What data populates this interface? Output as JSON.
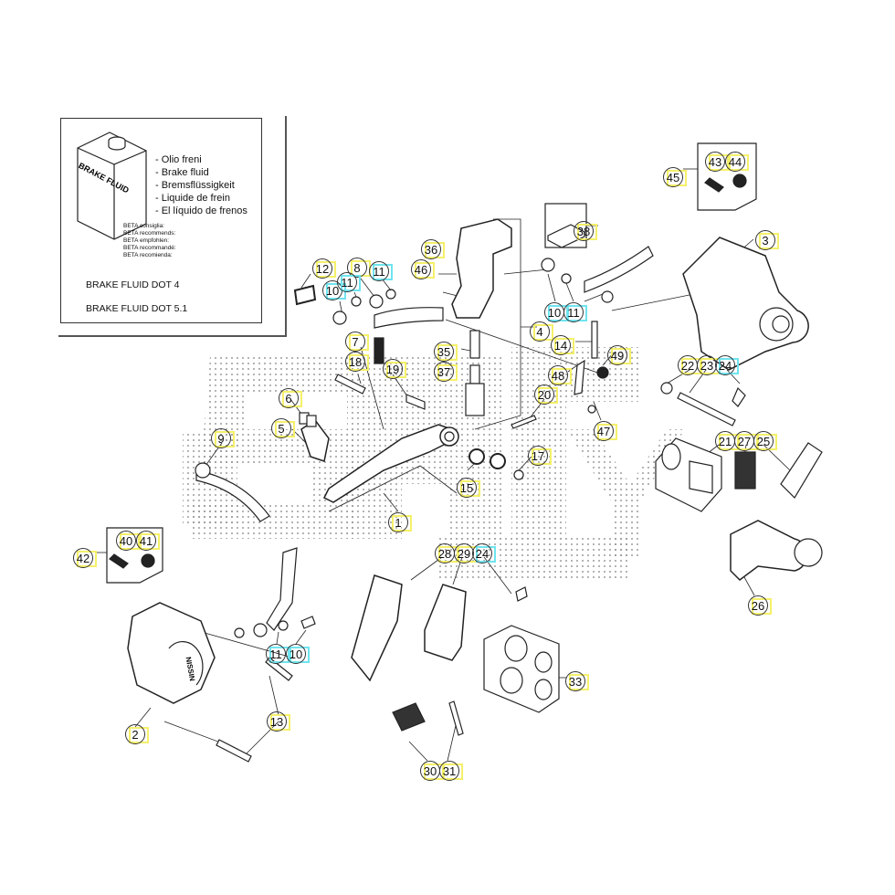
{
  "fluid_box": {
    "can_label": "BRAKE FLUID",
    "languages": [
      "- Olio freni",
      "- Brake fluid",
      "- Bremsflüssigkeit",
      "- Liquide de frein",
      "- El líquido de frenos"
    ],
    "recommend": [
      "BETA consiglia:",
      "BETA recommends:",
      "BETA empfohlen:",
      "BETA recommandé:",
      "BETA recomienda:"
    ],
    "spec_1": "BRAKE FLUID DOT 4",
    "spec_2": "BRAKE FLUID DOT 5.1"
  },
  "colors": {
    "highlight_yellow": "#f5f06a",
    "highlight_cyan": "#6fe4ef",
    "line": "#222222"
  },
  "callouts": [
    {
      "n": "1",
      "c": "yellow"
    },
    {
      "n": "2",
      "c": "yellow"
    },
    {
      "n": "3",
      "c": "yellow"
    },
    {
      "n": "4",
      "c": "yellow"
    },
    {
      "n": "5",
      "c": "yellow"
    },
    {
      "n": "6",
      "c": "yellow"
    },
    {
      "n": "7",
      "c": "yellow"
    },
    {
      "n": "8",
      "c": "yellow"
    },
    {
      "n": "9",
      "c": "yellow"
    },
    {
      "n": "10",
      "c": "cyan"
    },
    {
      "n": "11",
      "c": "cyan"
    },
    {
      "n": "11",
      "c": "cyan"
    },
    {
      "n": "12",
      "c": "yellow"
    },
    {
      "n": "14",
      "c": "yellow"
    },
    {
      "n": "15",
      "c": "yellow"
    },
    {
      "n": "17",
      "c": "yellow"
    },
    {
      "n": "18",
      "c": "yellow"
    },
    {
      "n": "19",
      "c": "yellow"
    },
    {
      "n": "20",
      "c": "yellow"
    },
    {
      "n": "35",
      "c": "yellow"
    },
    {
      "n": "36",
      "c": "yellow"
    },
    {
      "n": "37",
      "c": "yellow"
    },
    {
      "n": "46",
      "c": "yellow"
    },
    {
      "n": "38",
      "c": "yellow"
    },
    {
      "n": "10",
      "c": "cyan"
    },
    {
      "n": "11",
      "c": "cyan"
    },
    {
      "n": "48",
      "c": "yellow"
    },
    {
      "n": "49",
      "c": "yellow"
    },
    {
      "n": "47",
      "c": "yellow"
    },
    {
      "n": "45",
      "c": "yellow"
    },
    {
      "n": "43",
      "c": "yellow"
    },
    {
      "n": "44",
      "c": "yellow"
    },
    {
      "n": "22",
      "c": "yellow"
    },
    {
      "n": "23",
      "c": "yellow"
    },
    {
      "n": "24",
      "c": "cyan"
    },
    {
      "n": "21",
      "c": "yellow"
    },
    {
      "n": "27",
      "c": "yellow"
    },
    {
      "n": "25",
      "c": "yellow"
    },
    {
      "n": "26",
      "c": "yellow"
    },
    {
      "n": "42",
      "c": "yellow"
    },
    {
      "n": "40",
      "c": "yellow"
    },
    {
      "n": "41",
      "c": "yellow"
    },
    {
      "n": "11",
      "c": "cyan"
    },
    {
      "n": "10",
      "c": "cyan"
    },
    {
      "n": "13",
      "c": "yellow"
    },
    {
      "n": "13",
      "c": "yellow"
    },
    {
      "n": "28",
      "c": "yellow"
    },
    {
      "n": "29",
      "c": "yellow"
    },
    {
      "n": "24",
      "c": "cyan"
    },
    {
      "n": "33",
      "c": "yellow"
    },
    {
      "n": "30",
      "c": "yellow"
    },
    {
      "n": "31",
      "c": "yellow"
    }
  ],
  "caliper_brand": "NISSIN"
}
